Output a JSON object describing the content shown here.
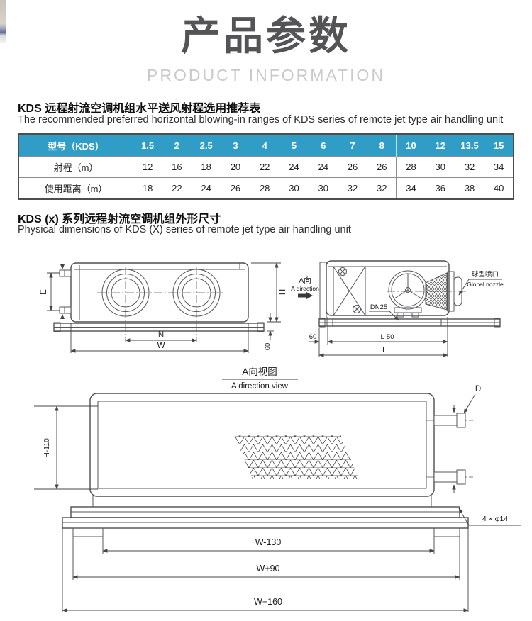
{
  "header": {
    "title": "产品参数",
    "subtitle": "PRODUCT INFORMATION"
  },
  "section1": {
    "heading_cn": "KDS 远程射流空调机组水平送风射程选用推荐表",
    "heading_en": "The recommended preferred horizontal blowing-in ranges of KDS series of remote jet type air handling unit"
  },
  "table": {
    "header_bg": "#2f9dc5",
    "header": [
      "型号（KDS）",
      "1.5",
      "2",
      "2.5",
      "3",
      "4",
      "5",
      "6",
      "7",
      "8",
      "10",
      "12",
      "13.5",
      "15"
    ],
    "rows": [
      {
        "label": "射程（m）",
        "values": [
          "12",
          "16",
          "18",
          "20",
          "22",
          "24",
          "24",
          "26",
          "26",
          "28",
          "30",
          "32",
          "34"
        ]
      },
      {
        "label": "使用距离（m）",
        "values": [
          "18",
          "22",
          "24",
          "26",
          "28",
          "30",
          "30",
          "32",
          "32",
          "34",
          "36",
          "38",
          "40"
        ]
      }
    ]
  },
  "section2": {
    "heading_cn": "KDS (x) 系列远程射流空调机组外形尺寸",
    "heading_en": "Physical dimensions of KDS (X) series of remote jet type air handling unit"
  },
  "drawings": {
    "front_view": {
      "dim_e": "E",
      "dim_h": "H",
      "dim_n": "N",
      "dim_w": "W",
      "dim_60": "60"
    },
    "side_view": {
      "a_label_cn": "A向",
      "a_label_en": "A direction",
      "nozzle_cn": "球型喷口",
      "nozzle_en": "Global nozzle",
      "pipe_label": "DN25",
      "dim_60": "60",
      "dim_l50": "L-50",
      "dim_l": "L"
    },
    "a_view": {
      "title_cn": "A向视图",
      "title_en": "A direction view",
      "dim_h110": "H-110",
      "dim_d": "D",
      "dim_holes": "4 × φ14",
      "dim_w130": "W-130",
      "dim_w90": "W+90",
      "dim_w160": "W+160"
    }
  }
}
